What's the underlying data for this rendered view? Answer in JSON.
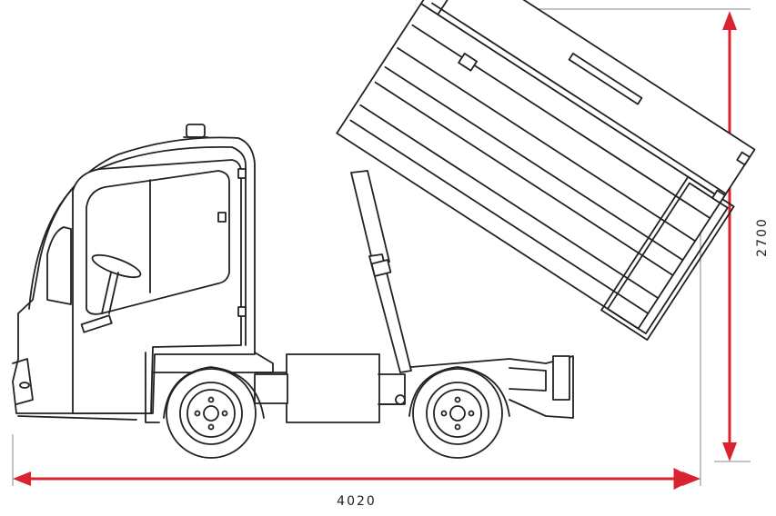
{
  "drawing": {
    "subject": "tipper-truck-side-view",
    "line_color": "#222222",
    "dimension_color": "#d9232e",
    "dimensions": {
      "length": {
        "label": "4020"
      },
      "height": {
        "label": "2700"
      }
    }
  }
}
